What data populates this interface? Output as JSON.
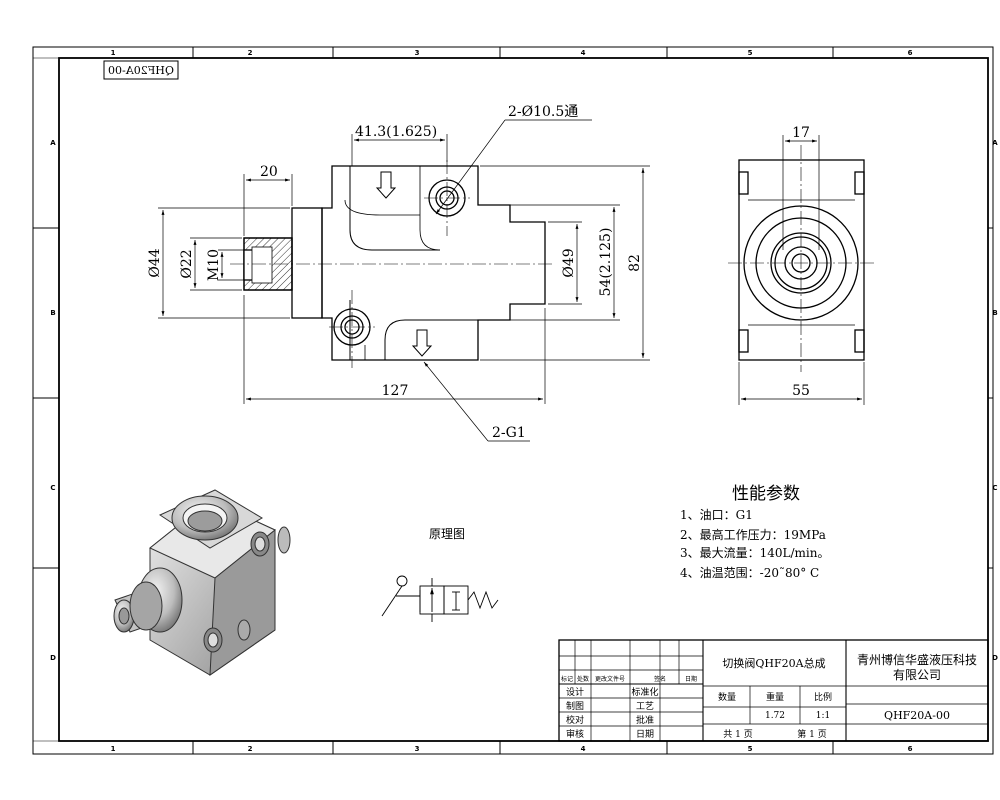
{
  "zone_columns": [
    "1",
    "2",
    "3",
    "4",
    "5",
    "6"
  ],
  "zone_rows": [
    "A",
    "B",
    "C",
    "D"
  ],
  "drawing_code_mirrored": "QHF20A-00",
  "dims": {
    "hole_callout": "2-Ø10.5通",
    "d_41_3": "41.3(1.625)",
    "d_20": "20",
    "d_44": "Ø44",
    "d_22": "Ø22",
    "m10": "M10",
    "d_49": "Ø49",
    "d_54": "54(2.125)",
    "d_82": "82",
    "d_127": "127",
    "port_callout": "2-G1",
    "d_17": "17",
    "d_55": "55"
  },
  "schematic_label": "原理图",
  "specs": {
    "title": "性能参数",
    "lines": [
      "1、油口：G1",
      "2、最高工作压力：19MPa",
      "3、最大流量：140L/min。",
      "4、油温范围：-20˜80° C"
    ]
  },
  "title_block": {
    "rev_headers": [
      "标记",
      "处数",
      "更改文件号",
      "签名",
      "日期"
    ],
    "role_rows": [
      {
        "left": "设计",
        "right": "标准化"
      },
      {
        "left": "制图",
        "right": "工艺"
      },
      {
        "left": "校对",
        "right": "批准"
      },
      {
        "left": "审核",
        "right": "日期"
      }
    ],
    "drawing_name": "切换阀QHF20A总成",
    "company_line1": "青州博信华盛液压科技",
    "company_line2": "有限公司",
    "qty_label": "数量",
    "weight_label": "重量",
    "scale_label": "比例",
    "weight": "1.72",
    "scale": "1:1",
    "drawing_no": "QHF20A-00",
    "sheets": "共 1 页",
    "sheet": "第 1 页"
  }
}
